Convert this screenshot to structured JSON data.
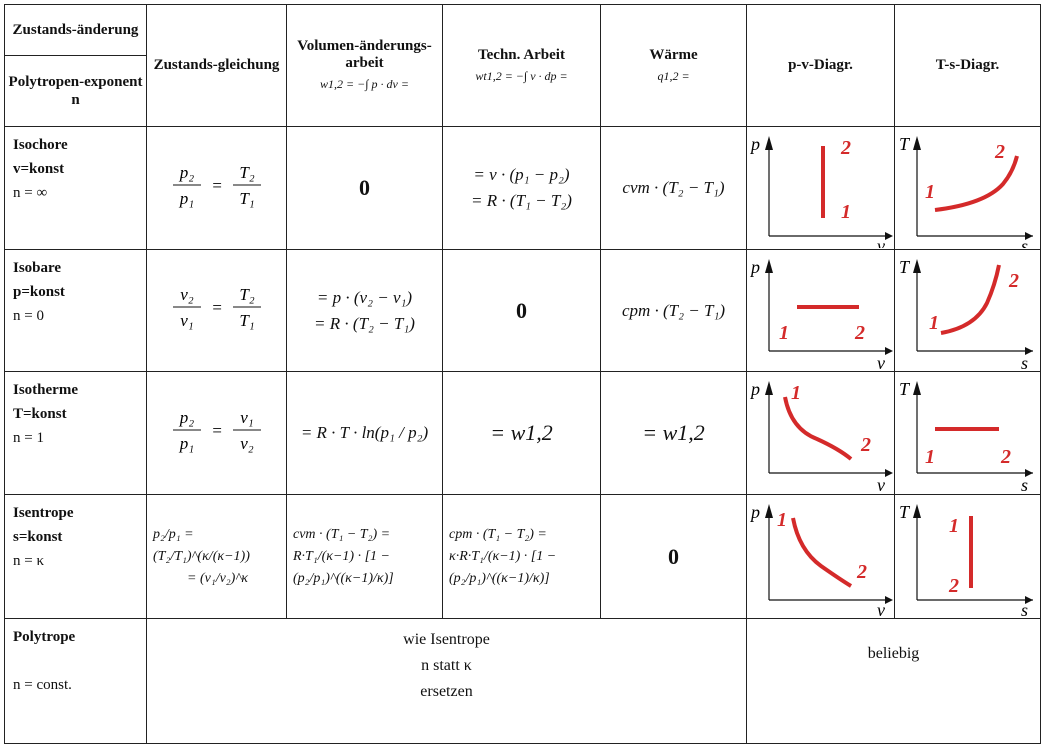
{
  "header": {
    "col1_top": "Zustands-änderung",
    "col1_bottom": "Polytropen-exponent n",
    "col2": "Zustands-gleichung",
    "col3": "Volumen-änderungs-arbeit",
    "col3_formula": "w1,2 = −∫ p · dv =",
    "col4": "Techn. Arbeit",
    "col4_formula": "wt1,2 = −∫ v · dp =",
    "col5": "Wärme",
    "col5_formula": "q1,2 =",
    "col6": "p-v-Diagr.",
    "col7": "T-s-Diagr."
  },
  "rows": [
    {
      "name": "Isochore",
      "cond": "v=konst",
      "n": "n = ∞",
      "eq_num_l": "p₂",
      "eq_den_l": "p₁",
      "eq_num_r": "T₂",
      "eq_den_r": "T₁",
      "work": "0",
      "tech_1": "= v · (p₁ − p₂)",
      "tech_2": "= R · (T₁ − T₂)",
      "heat": "cvm · (T₂ − T₁)"
    },
    {
      "name": "Isobare",
      "cond": "p=konst",
      "n": "n = 0",
      "eq_num_l": "v₂",
      "eq_den_l": "v₁",
      "eq_num_r": "T₂",
      "eq_den_r": "T₁",
      "work_1": "= p · (v₂ − v₁)",
      "work_2": "= R · (T₂ − T₁)",
      "tech": "0",
      "heat": "cpm · (T₂ − T₁)"
    },
    {
      "name": "Isotherme",
      "cond": "T=konst",
      "n": "n = 1",
      "eq_num_l": "p₂",
      "eq_den_l": "p₁",
      "eq_num_r": "v₁",
      "eq_den_r": "v₂",
      "work": "= R · T · ln(p₁ / p₂)",
      "tech": "= w1,2",
      "heat": "= w1,2"
    },
    {
      "name": "Isentrope",
      "cond": "s=konst",
      "n": "n = κ",
      "eq_1": "p₂/p₁ = (T₂/T₁)^(κ/(κ−1))",
      "eq_2": "= (v₁/v₂)^κ",
      "work_1": "cvm · (T₁ − T₂) =",
      "work_2": "R·T₁/(κ−1) · [1 − (p₂/p₁)^((κ−1)/κ)]",
      "tech_1": "cpm · (T₁ − T₂) =",
      "tech_2": "κ·R·T₁/(κ−1) · [1 − (p₂/p₁)^((κ−1)/κ)]",
      "heat": "0"
    },
    {
      "name": "Polytrope",
      "n": "n = const.",
      "merged_1": "wie Isentrope",
      "merged_2": "n statt κ",
      "merged_3": "ersetzen",
      "diagram": "beliebig"
    }
  ],
  "diagram_labels": {
    "p": "p",
    "v": "v",
    "T": "T",
    "s": "s",
    "one": "1",
    "two": "2"
  },
  "colors": {
    "curve": "#d42a2a",
    "axis": "#111111"
  }
}
